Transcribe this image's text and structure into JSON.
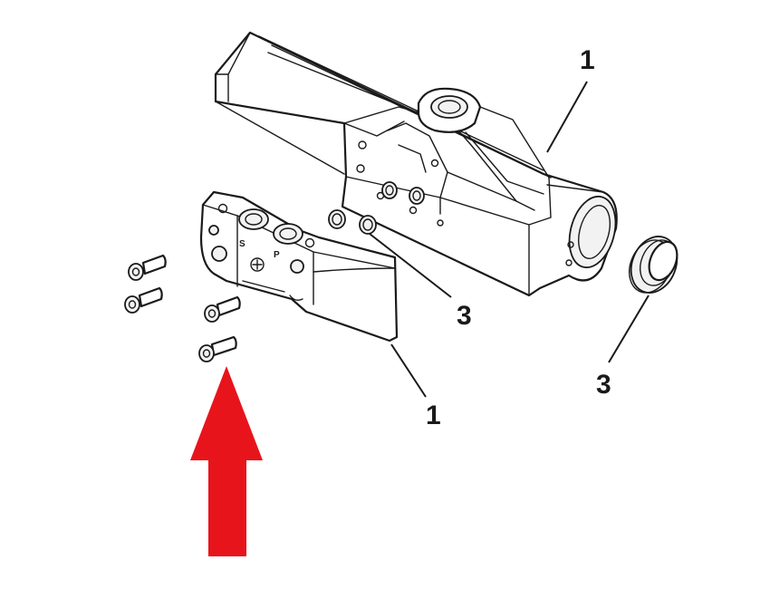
{
  "callouts": {
    "housing": "1",
    "cover_block": "1",
    "orings": "3",
    "ring_seal": "3"
  },
  "stamps": {
    "port_s": "S",
    "port_p": "P"
  },
  "icons": {
    "arrow": "red-up-arrow-icon",
    "screw": "screw-icon"
  },
  "colors": {
    "arrow": "#e8141b",
    "line": "#1a1a1a"
  }
}
